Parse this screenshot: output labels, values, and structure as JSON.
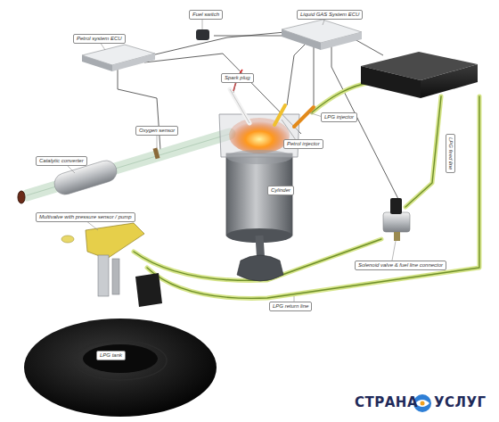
{
  "diagram": {
    "labels": [
      "Fuel switch",
      "Liquid GAS System ECU",
      "Petrol system ECU",
      "Spark plug",
      "LPG injector",
      "Oxygen sensor",
      "Petrol injector",
      "Catalytic converter",
      "LPG feed line",
      "Cylinder",
      "Multivalve with pressure sensor / pump",
      "Solenoid valve & fuel line connector",
      "LPG return line",
      "LPG tank",
      "СТРАНА",
      "УСЛУГ"
    ]
  }
}
